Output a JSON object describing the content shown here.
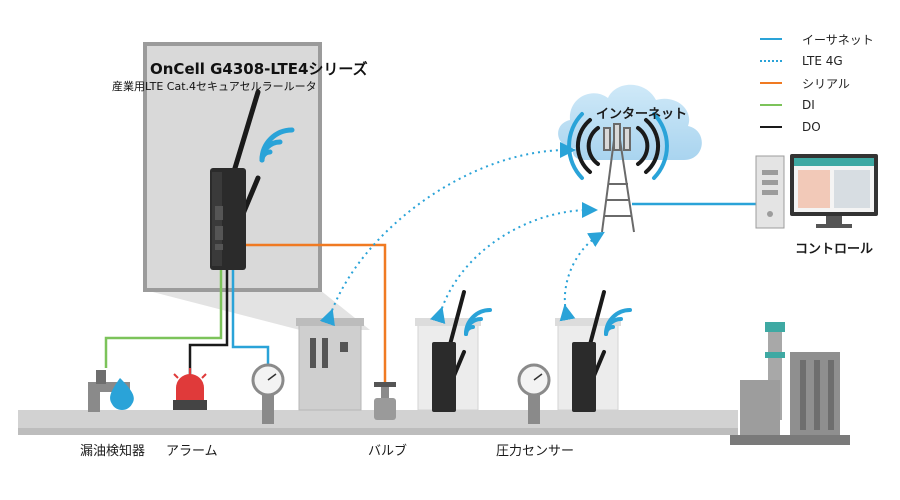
{
  "product": {
    "name": "OnCell G4308-LTE4シリーズ",
    "subtitle": "産業用LTE Cat.4セキュアセルラールータ"
  },
  "legend": [
    {
      "label": "イーサネット",
      "color": "#2aa3d8",
      "style": "solid"
    },
    {
      "label": "LTE 4G",
      "color": "#2aa3d8",
      "style": "dotted"
    },
    {
      "label": "シリアル",
      "color": "#f07a22",
      "style": "solid"
    },
    {
      "label": "DI",
      "color": "#7cc35a",
      "style": "solid"
    },
    {
      "label": "DO",
      "color": "#1a1a1a",
      "style": "solid"
    }
  ],
  "cloud": {
    "label": "インターネット"
  },
  "control": {
    "label": "コントロール"
  },
  "devices": {
    "leak_detector": "漏油検知器",
    "alarm": "アラーム",
    "valve": "バルブ",
    "pressure_sensor": "圧力センサー"
  },
  "colors": {
    "ethernet": "#2aa3d8",
    "serial": "#f07a22",
    "di": "#7cc35a",
    "do": "#1a1a1a",
    "router": "#2b2b2b",
    "cabinet": "#d6d6d6",
    "pipe": "#d2d2d2"
  }
}
